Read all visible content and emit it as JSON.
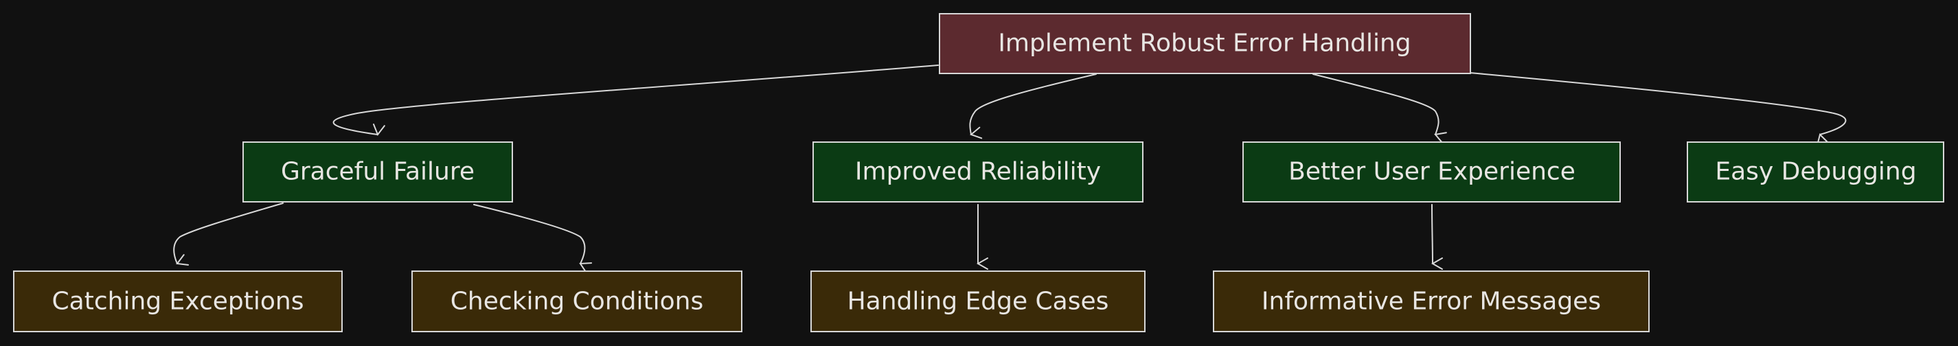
{
  "colors": {
    "background": "#111111",
    "root_fill": "#5c2a2f",
    "benefit_fill": "#0b3b14",
    "detail_fill": "#3a2a08",
    "stroke": "#d8d8d8",
    "text": "#e8e6e3"
  },
  "diagram": {
    "root": {
      "label": "Implement Robust Error Handling"
    },
    "benefits": [
      {
        "id": "graceful-failure",
        "label": "Graceful Failure"
      },
      {
        "id": "improved-reliability",
        "label": "Improved Reliability"
      },
      {
        "id": "better-user-experience",
        "label": "Better User Experience"
      },
      {
        "id": "easy-debugging",
        "label": "Easy Debugging"
      }
    ],
    "details": [
      {
        "id": "catching-exceptions",
        "label": "Catching Exceptions",
        "parent": "graceful-failure"
      },
      {
        "id": "checking-conditions",
        "label": "Checking Conditions",
        "parent": "graceful-failure"
      },
      {
        "id": "handling-edge-cases",
        "label": "Handling Edge Cases",
        "parent": "improved-reliability"
      },
      {
        "id": "informative-error-messages",
        "label": "Informative Error Messages",
        "parent": "better-user-experience"
      }
    ]
  }
}
